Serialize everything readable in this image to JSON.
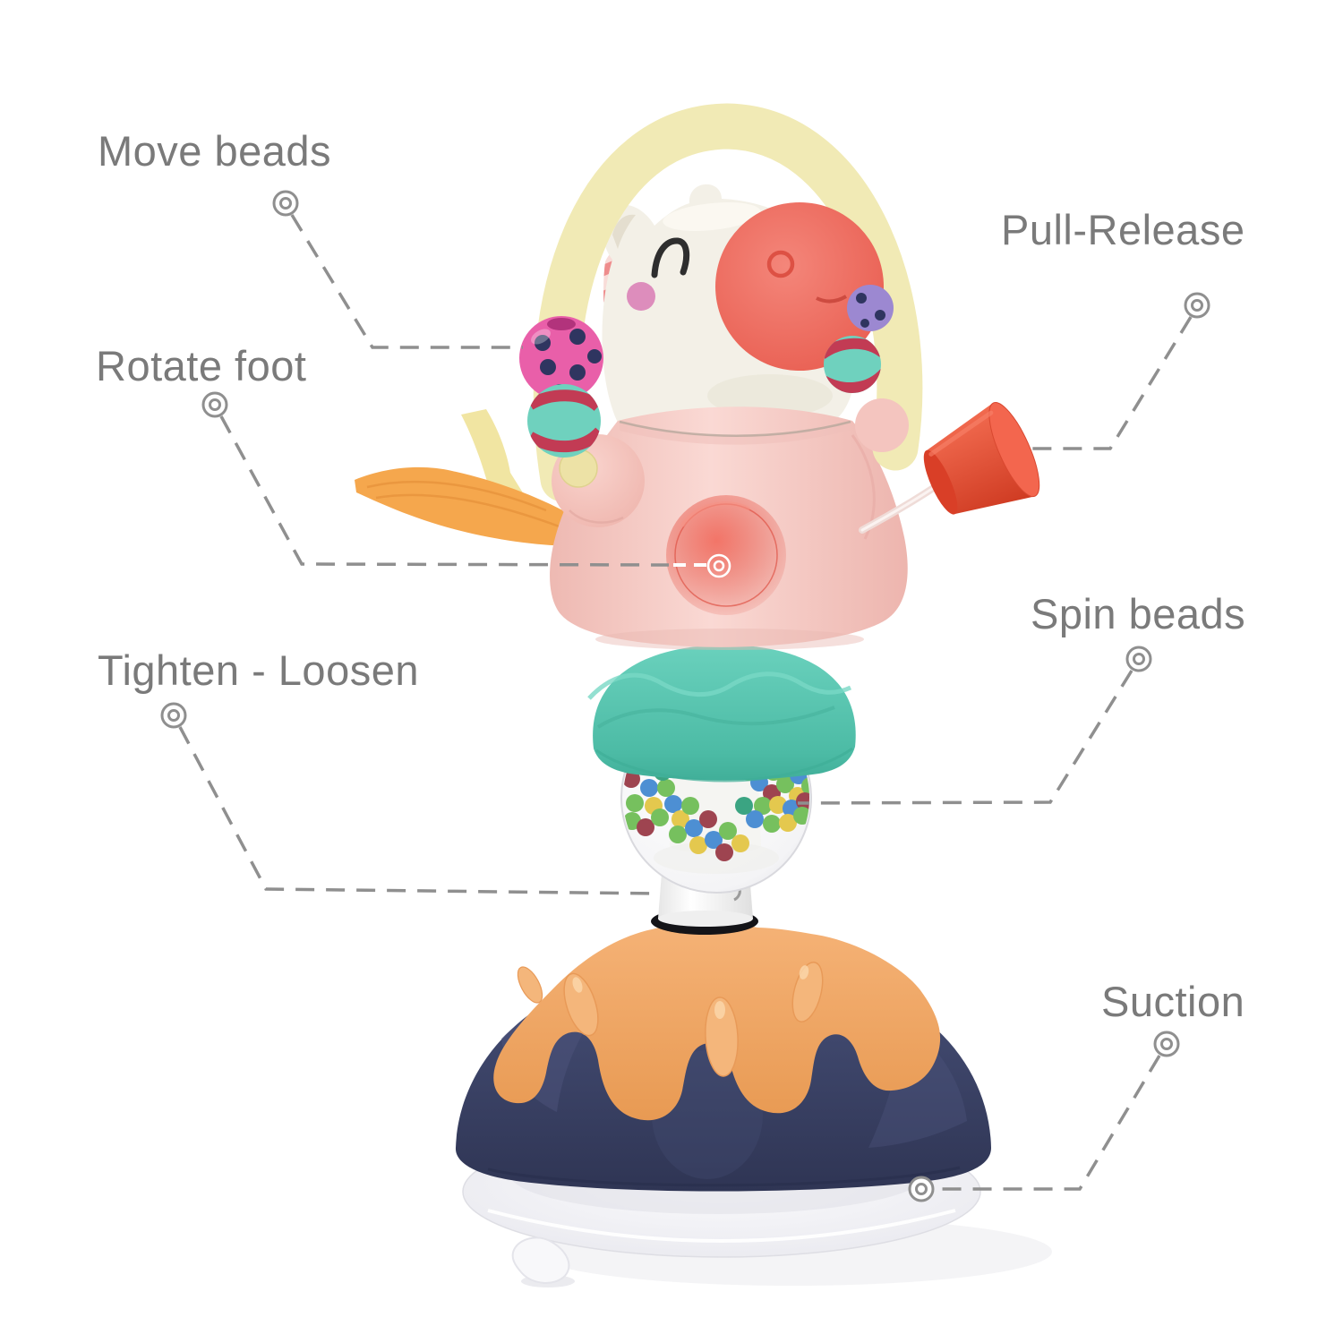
{
  "diagram": {
    "background": "#ffffff",
    "callouts": {
      "move_beads": {
        "label": "Move beads"
      },
      "rotate_foot": {
        "label": "Rotate foot"
      },
      "tighten_loosen": {
        "label": "Tighten - Loosen"
      },
      "pull_release": {
        "label": "Pull-Release"
      },
      "spin_beads": {
        "label": "Spin beads"
      },
      "suction": {
        "label": "Suction"
      }
    },
    "style": {
      "label_color": "#7a7a7a",
      "callout_line_color": "#8f8f8f",
      "marker_ring_color": "#8f8f8f",
      "target_on_button_color": "#ffffff"
    },
    "toy_colors": {
      "arch_handle": "#f1eab5",
      "head": "#f3f0e7",
      "muzzle": "#ee6e61",
      "cheek": "#db87b9",
      "body": "#f8d3ce",
      "rattle_button": "#eb6356",
      "pull_knob": "#e84b31",
      "bead_pink": "#e95fa9",
      "bead_teal": "#6fd1be",
      "bead_purple": "#9c88d1",
      "bead_stripe": "#c23b54",
      "bead_dot_navy": "#2f3560",
      "spin_cap_teal": "#58c7b2",
      "rattle_beads": [
        "#76c05e",
        "#4d8fd3",
        "#e4c84e",
        "#9e4450",
        "#3ba482"
      ],
      "base_orange": "#f2a966",
      "base_navy": "#3a4064",
      "suction_plate": "#f4f4f6",
      "ribbon_orange": "#f5a74d",
      "ribbon_yellow": "#f1e5a2"
    }
  }
}
